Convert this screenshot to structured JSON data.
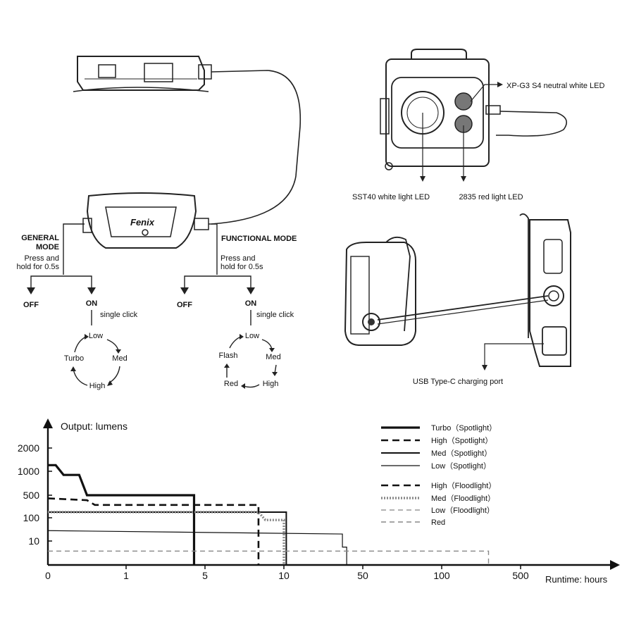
{
  "labels": {
    "xpg3": "XP-G3 S4 neutral white LED",
    "sst40": "SST40 white light LED",
    "red_led": "2835 red light LED",
    "usb": "USB Type-C charging port",
    "brand": "Fenix"
  },
  "modes": {
    "general": {
      "title_line1": "GENERAL",
      "title_line2": "MODE",
      "instr_line1": "Press and",
      "instr_line2": "hold for 0.5s",
      "off": "OFF",
      "on": "ON",
      "click": "single click",
      "cycle": [
        "Low",
        "Med",
        "High",
        "Turbo"
      ]
    },
    "functional": {
      "title": "FUNCTIONAL MODE",
      "instr_line1": "Press and",
      "instr_line2": "hold for 0.5s",
      "off": "OFF",
      "on": "ON",
      "click": "single click",
      "cycle": [
        "Low",
        "Med",
        "High",
        "Red",
        "Flash"
      ]
    }
  },
  "chart_data": {
    "type": "line",
    "ylabel": "Output: lumens",
    "xlabel": "Runtime: hours",
    "y_ticks": [
      "2000",
      "1000",
      "500",
      "100",
      "10"
    ],
    "x_ticks": [
      "0",
      "1",
      "5",
      "10",
      "50",
      "100",
      "500"
    ],
    "series": [
      {
        "name": "Turbo（Spotlight）",
        "style": "solid-thick",
        "color": "#111111",
        "points": [
          [
            0,
            1200
          ],
          [
            0.1,
            1200
          ],
          [
            0.2,
            900
          ],
          [
            0.4,
            900
          ],
          [
            0.5,
            500
          ],
          [
            4,
            500
          ],
          [
            4,
            0
          ]
        ]
      },
      {
        "name": "High（Spotlight）",
        "style": "dashed",
        "color": "#111111",
        "points": [
          [
            0,
            400
          ],
          [
            0.5,
            350
          ],
          [
            0.6,
            250
          ],
          [
            8,
            250
          ],
          [
            8,
            0
          ]
        ]
      },
      {
        "name": "Med（Spotlight）",
        "style": "solid",
        "color": "#111111",
        "points": [
          [
            0,
            150
          ],
          [
            10.5,
            150
          ],
          [
            10.5,
            0
          ]
        ]
      },
      {
        "name": "Low（Spotlight）",
        "style": "solid-thin",
        "color": "#111111",
        "points": [
          [
            0,
            28
          ],
          [
            33,
            20
          ],
          [
            33,
            5
          ],
          [
            36,
            5
          ],
          [
            36,
            0
          ]
        ]
      },
      {
        "name": "High（Floodlight）",
        "style": "dashed",
        "color": "#111111",
        "points": []
      },
      {
        "name": "Med（Floodlight）",
        "style": "dotted-thick",
        "color": "#888888",
        "points": [
          [
            0,
            150
          ],
          [
            8,
            150
          ],
          [
            8.5,
            80
          ],
          [
            10,
            80
          ],
          [
            10,
            0
          ]
        ]
      },
      {
        "name": "Low（Floodlight）",
        "style": "dashed-thin",
        "color": "#999999",
        "points": []
      },
      {
        "name": "Red",
        "style": "dashed-thin",
        "color": "#888888",
        "points": [
          [
            0,
            3
          ],
          [
            260,
            3
          ],
          [
            260,
            0
          ]
        ]
      }
    ]
  }
}
